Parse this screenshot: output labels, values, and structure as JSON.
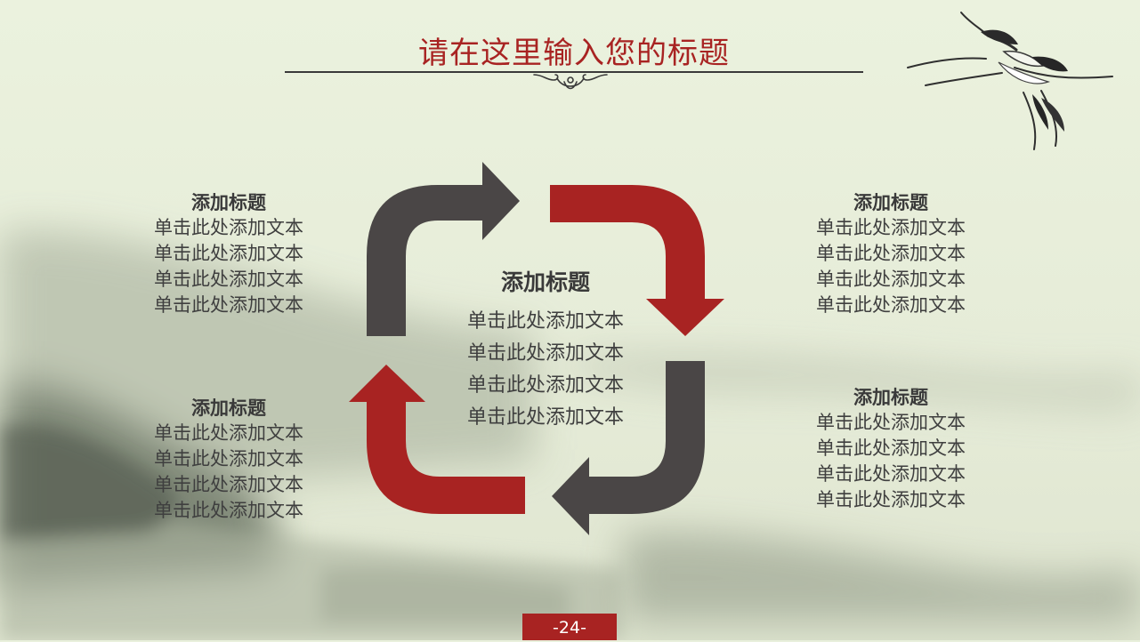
{
  "slide": {
    "title": "请在这里输入您的标题",
    "page_number": "-24-"
  },
  "colors": {
    "accent_red": "#a82322",
    "dark_gray": "#4a4646",
    "background": "#e9f0dc"
  },
  "icons": [
    "crane-illustration",
    "title-ornament-icon",
    "cycle-arrow-icon"
  ],
  "blocks": {
    "top_left": {
      "heading": "添加标题",
      "lines": [
        "单击此处添加文本",
        "单击此处添加文本",
        "单击此处添加文本",
        "单击此处添加文本"
      ]
    },
    "bottom_left": {
      "heading": "添加标题",
      "lines": [
        "单击此处添加文本",
        "单击此处添加文本",
        "单击此处添加文本",
        "单击此处添加文本"
      ]
    },
    "top_right": {
      "heading": "添加标题",
      "lines": [
        "单击此处添加文本",
        "单击此处添加文本",
        "单击此处添加文本",
        "单击此处添加文本"
      ]
    },
    "bottom_right": {
      "heading": "添加标题",
      "lines": [
        "单击此处添加文本",
        "单击此处添加文本",
        "单击此处添加文本",
        "单击此处添加文本"
      ]
    },
    "center": {
      "heading": "添加标题",
      "lines": [
        "单击此处添加文本",
        "单击此处添加文本",
        "单击此处添加文本",
        "单击此处添加文本"
      ]
    }
  }
}
